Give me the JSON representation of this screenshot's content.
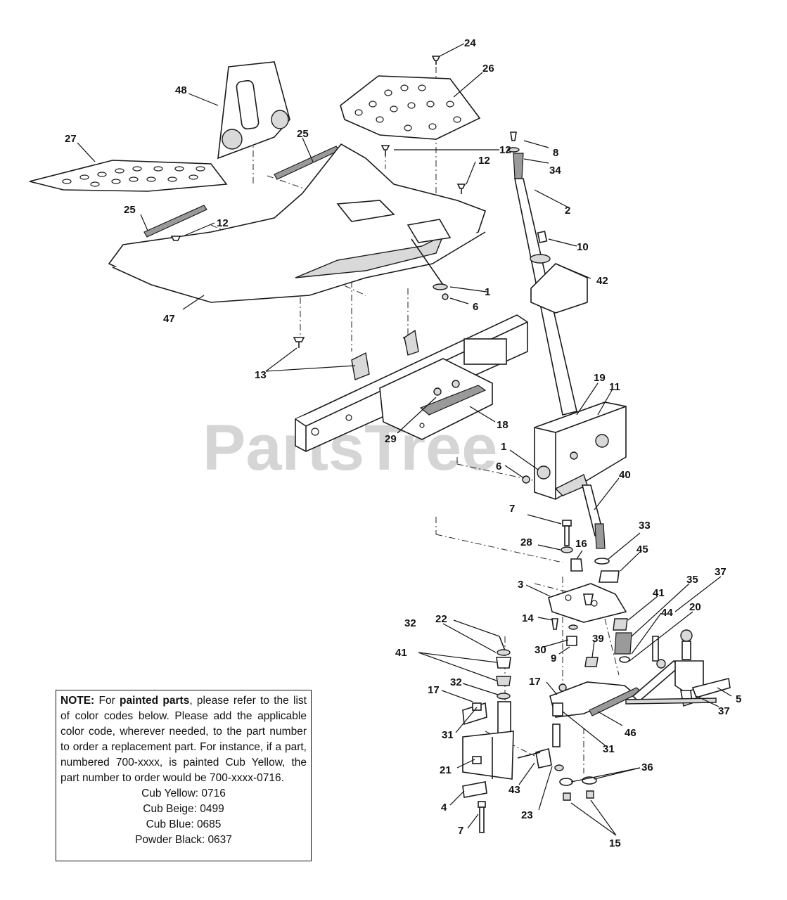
{
  "watermark": "PartsTree",
  "callouts": [
    {
      "id": "c24",
      "text": "24"
    },
    {
      "id": "c26",
      "text": "26"
    },
    {
      "id": "c48",
      "text": "48"
    },
    {
      "id": "c25a",
      "text": "25"
    },
    {
      "id": "c27",
      "text": "27"
    },
    {
      "id": "c12a",
      "text": "12"
    },
    {
      "id": "c12b",
      "text": "12"
    },
    {
      "id": "c8",
      "text": "8"
    },
    {
      "id": "c34",
      "text": "34"
    },
    {
      "id": "c25b",
      "text": "25"
    },
    {
      "id": "c12c",
      "text": "12"
    },
    {
      "id": "c2",
      "text": "2"
    },
    {
      "id": "c10",
      "text": "10"
    },
    {
      "id": "c42",
      "text": "42"
    },
    {
      "id": "c1a",
      "text": "1"
    },
    {
      "id": "c6a",
      "text": "6"
    },
    {
      "id": "c47",
      "text": "47"
    },
    {
      "id": "c13",
      "text": "13"
    },
    {
      "id": "c19",
      "text": "19"
    },
    {
      "id": "c11",
      "text": "11"
    },
    {
      "id": "c18",
      "text": "18"
    },
    {
      "id": "c29",
      "text": "29"
    },
    {
      "id": "c1b",
      "text": "1"
    },
    {
      "id": "c6b",
      "text": "6"
    },
    {
      "id": "c40",
      "text": "40"
    },
    {
      "id": "c7a",
      "text": "7"
    },
    {
      "id": "c33",
      "text": "33"
    },
    {
      "id": "c28",
      "text": "28"
    },
    {
      "id": "c16",
      "text": "16"
    },
    {
      "id": "c45",
      "text": "45"
    },
    {
      "id": "c3",
      "text": "3"
    },
    {
      "id": "c41a",
      "text": "41"
    },
    {
      "id": "c35",
      "text": "35"
    },
    {
      "id": "c37a",
      "text": "37"
    },
    {
      "id": "c44",
      "text": "44"
    },
    {
      "id": "c20",
      "text": "20"
    },
    {
      "id": "c14",
      "text": "14"
    },
    {
      "id": "c32a",
      "text": "32"
    },
    {
      "id": "c22",
      "text": "22"
    },
    {
      "id": "c30",
      "text": "30"
    },
    {
      "id": "c9",
      "text": "9"
    },
    {
      "id": "c39",
      "text": "39"
    },
    {
      "id": "c41b",
      "text": "41"
    },
    {
      "id": "c17a",
      "text": "17"
    },
    {
      "id": "c32b",
      "text": "32"
    },
    {
      "id": "c17b",
      "text": "17"
    },
    {
      "id": "c5",
      "text": "5"
    },
    {
      "id": "c37b",
      "text": "37"
    },
    {
      "id": "c46",
      "text": "46"
    },
    {
      "id": "c31a",
      "text": "31"
    },
    {
      "id": "c31b",
      "text": "31"
    },
    {
      "id": "c21",
      "text": "21"
    },
    {
      "id": "c36",
      "text": "36"
    },
    {
      "id": "c43",
      "text": "43"
    },
    {
      "id": "c4",
      "text": "4"
    },
    {
      "id": "c23",
      "text": "23"
    },
    {
      "id": "c7b",
      "text": "7"
    },
    {
      "id": "c15",
      "text": "15"
    }
  ],
  "note": {
    "label": "NOTE:",
    "text_1": " For ",
    "bold_1": "painted parts",
    "text_2": ", please refer to the list of color codes below. Please add the applicable color code, wherever needed, to the part number to order a replacement part. For instance, if a part, numbered 700-xxxx, is painted Cub Yellow,  the part number to order would be 700-xxxx-0716.",
    "codes": [
      "Cub Yellow: 0716",
      "Cub Beige: 0499",
      "Cub Blue: 0685",
      "Powder Black: 0637"
    ]
  }
}
